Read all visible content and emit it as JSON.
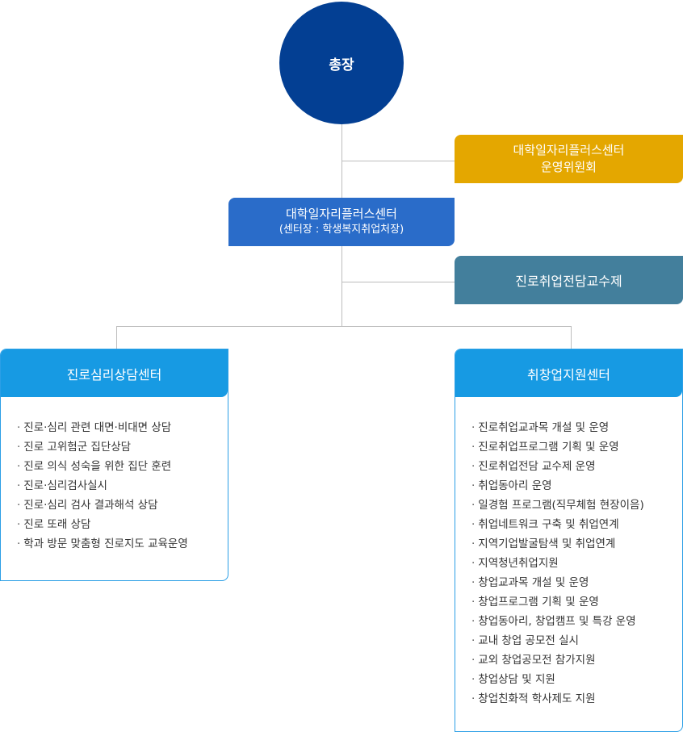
{
  "president": "총장",
  "committee": {
    "line1": "대학일자리플러스센터",
    "line2": "운영위원회"
  },
  "center": {
    "title": "대학일자리플러스센터",
    "subtitle": "(센터장 : 학생복지취업처장)"
  },
  "professor_system": "진로취업전담교수제",
  "counseling_center": {
    "title": "진로심리상담센터",
    "items": [
      "진로·심리 관련 대면·비대면 상담",
      "진로 고위험군 집단상담",
      "진로 의식 성숙을 위한 집단 훈련",
      "진로·심리검사실시",
      "진로·심리 검사 결과해석 상담",
      "진로 또래 상담",
      "학과 방문 맞춤형 진로지도 교육운영"
    ]
  },
  "employment_center": {
    "title": "취창업지원센터",
    "items": [
      "진로취업교과목 개설 및 운영",
      "진로취업프로그램 기획 및 운영",
      "진로취업전담 교수제 운영",
      "취업동아리 운영",
      "일경험 프로그램(직무체험 현장이음)",
      "취업네트워크 구축 및 취업연계",
      "지역기업발굴탐색 및 취업연계",
      "지역청년취업지원",
      "창업교과목 개설 및 운영",
      "창업프로그램 기획 및 운영",
      "창업동아리, 창업캠프 및 특강 운영",
      "교내 창업 공모전 실시",
      "교외 창업공모전 참가지원",
      "창업상담 및 지원",
      "창업친화적 학사제도 지원"
    ]
  },
  "colors": {
    "president": "#033f93",
    "committee": "#e4a700",
    "center": "#2a6cc9",
    "professor_system": "#437f9c",
    "sub_center": "#179ae3",
    "connector": "#bdbdbd"
  }
}
